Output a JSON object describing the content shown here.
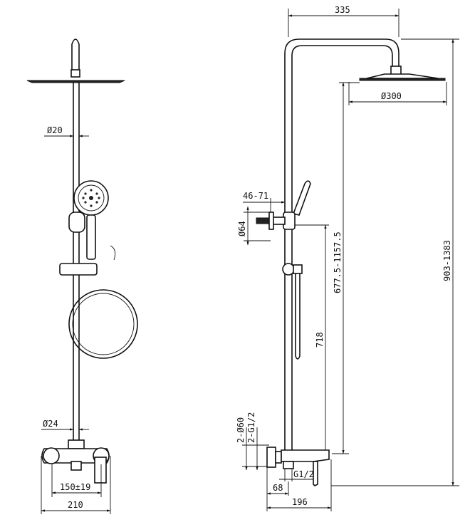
{
  "front_view": {
    "pipe_diameter": "Ø20",
    "lower_pipe_diameter": "Ø24",
    "inlet_spacing": "150±19",
    "mixer_width": "210"
  },
  "side_view": {
    "arm_reach": "335",
    "head_diameter": "Ø300",
    "total_height": "903-1383",
    "head_height": "677.5-1157.5",
    "holder_height": "718",
    "holder_offset": "46-71",
    "holder_diameter": "Ø64",
    "escutcheon": "2-Ø60",
    "inlet_thread": "2-G1/2",
    "outlet_thread": "G1/2",
    "wall_offset": "68",
    "mixer_depth": "196"
  }
}
